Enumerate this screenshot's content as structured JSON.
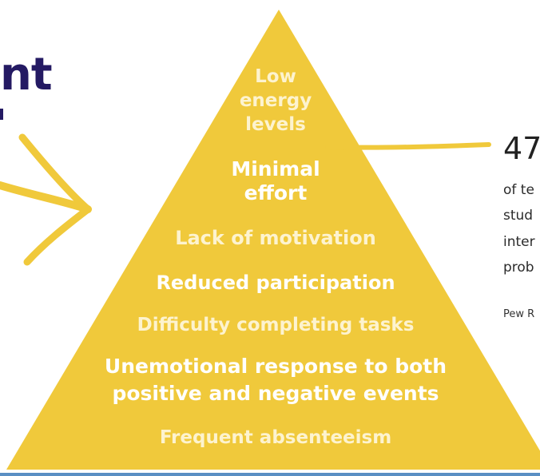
{
  "heading": "nt",
  "pyramid": {
    "levels": [
      "Low\nenergy\nlevels",
      "Minimal\neffort",
      "Lack of motivation",
      "Reduced participation",
      "Difficulty completing tasks",
      "Unemotional response to both\npositive and negative events",
      "Frequent absenteeism"
    ]
  },
  "stat": {
    "value": "47",
    "description": "of te\nstud\ninter\nprob",
    "source": "Pew R"
  },
  "colors": {
    "pyramid": "#f0c93b",
    "accent_stroke": "#f0c93b",
    "heading": "#241a63"
  }
}
